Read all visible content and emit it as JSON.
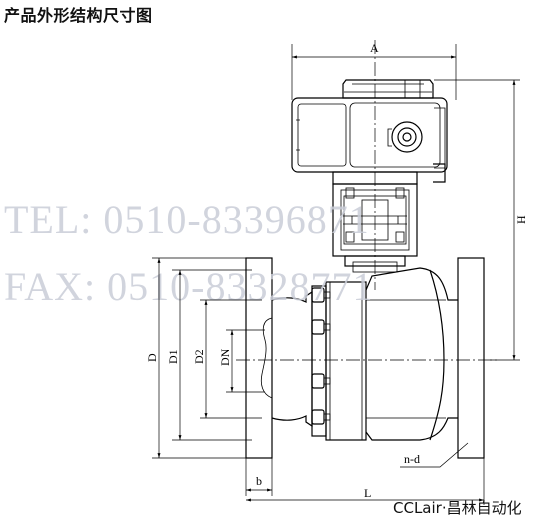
{
  "title": "产品外形结构尺寸图",
  "watermark": {
    "line1": "TEL: 0510-83396871",
    "line2": "FAX: 0510-83328771"
  },
  "labels": {
    "A": "A",
    "H": "H",
    "D": "D",
    "D1": "D1",
    "D2": "D2",
    "DN": "DN",
    "b": "b",
    "L": "L",
    "nd": "n-d"
  },
  "brand": "CCLair·昌林自动化",
  "colors": {
    "watermark": "#c9cdd8",
    "line": "#000000"
  }
}
